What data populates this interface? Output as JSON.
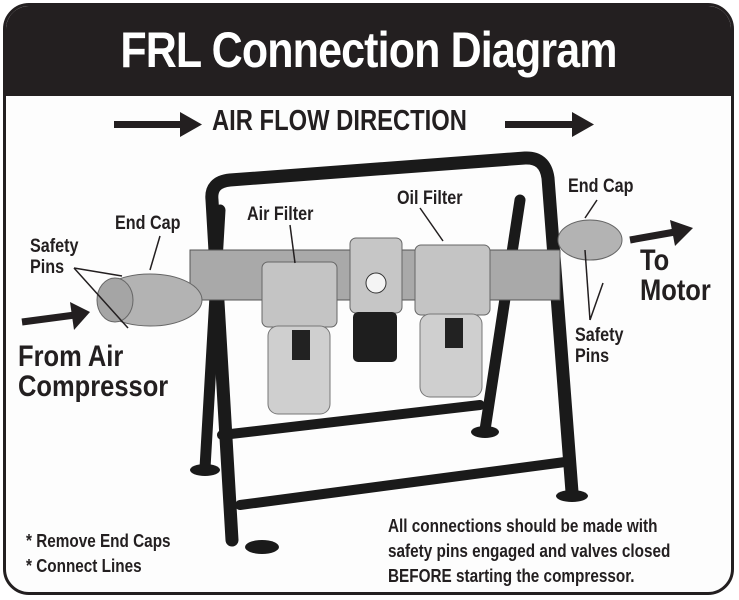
{
  "title": "FRL Connection Diagram",
  "flow_direction": "AIR  FLOW DIRECTION",
  "labels": {
    "end_cap_left": "End Cap",
    "safety_pins_left_1": "Safety",
    "safety_pins_left_2": "Pins",
    "air_filter": "Air Filter",
    "oil_filter": "Oil Filter",
    "end_cap_right": "End Cap",
    "safety_pins_right_1": "Safety",
    "safety_pins_right_2": "Pins",
    "source_1": "From Air",
    "source_2": "Compressor",
    "dest_1": "To",
    "dest_2": "Motor"
  },
  "steps": [
    "* Remove End Caps",
    "* Connect Lines"
  ],
  "warning": [
    "All connections should be made with",
    "safety pins engaged and valves closed",
    "BEFORE starting the compressor."
  ],
  "colors": {
    "header_bg": "#231f20",
    "ink": "#231f20",
    "metal": "#b9b9b9"
  }
}
